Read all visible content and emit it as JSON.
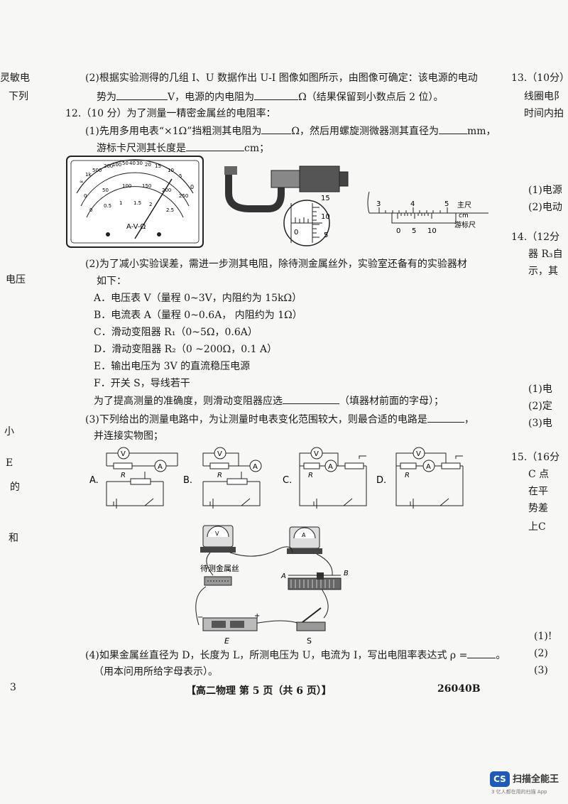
{
  "left_edge": [
    "灵敏电",
    "下列",
    "电压",
    "小",
    "E",
    "的",
    "和",
    "3"
  ],
  "right_col": {
    "q13": [
      "13.（10分）",
      "线圈电阝",
      "时间内拍",
      "(1)电源",
      "(2)电动"
    ],
    "q14": [
      "14.（12分",
      "器 R₃自",
      "示，其"
    ],
    "q14_sub": [
      "(1)电",
      "(2)定",
      "(3)电"
    ],
    "q15": [
      "15.（16分",
      "C 点",
      "在平",
      "势差",
      "上C"
    ],
    "q15_sub": [
      "(1)!",
      "(2)",
      "(3)"
    ]
  },
  "q11_2": {
    "line1": "(2)根据实验测得的几组 I、U 数据作出 U-I 图像如图所示，由图像可确定：该电源的电动",
    "line2_a": "势为",
    "line2_b": "V，电源的内电阻为",
    "line2_c": "Ω（结果保留到小数点后 2 位）。"
  },
  "q12": {
    "header": "12.（10 分）为了测量一精密金属丝的电阻率：",
    "p1_a": "(1)先用多用电表“×1Ω”挡粗测其电阻为",
    "p1_b": "Ω，然后用螺旋测微器测其直径为",
    "p1_c": "mm，",
    "p1_d": "游标卡尺测其长度是",
    "p1_e": "cm；",
    "p2_line1": "(2)为了减小实验误差，需进一步测其电阻，除待测金属丝外，实验室还备有的实验器材",
    "p2_line2": "如下：",
    "options": [
      "A．电压表 V（量程 0~3V，内阻约为 15kΩ）",
      "B．电流表 A（量程 0~0.6A，  内阻约为 1Ω）",
      "C．滑动变阻器 R₁（0~5Ω，0.6A）",
      "D．滑动变阻器 R₂（0 ~200Ω，0.1 A）",
      "E．输出电压为 3V 的直流稳压电源",
      "F．开关 S，导线若干"
    ],
    "p2_ask_a": "为了提高测量的准确度，则滑动变阻器应选",
    "p2_ask_b": "（填器材前面的字母）；",
    "p3_a": "(3)下列给出的测量电路中，为让测量时电表变化范围较大，则最合适的电路是",
    "p3_b": "，",
    "p3_c": "并连接实物图；",
    "p4_a": "(4)如果金属丝直径为 D，长度为 L，所测电压为 U，电流为 I，写出电阻率表达式 ρ =",
    "p4_b": "。",
    "p4_c": "（用本问用所给字母表示）。"
  },
  "figs": {
    "meter_label": "A-V-Ω",
    "meter_scale_top": [
      "∞",
      "1k",
      "500",
      "200",
      "100",
      "50",
      "40",
      "30",
      "20",
      "15",
      "10",
      "5",
      "0"
    ],
    "meter_scale_mid": [
      "0",
      "50",
      "100",
      "150",
      "200",
      "250"
    ],
    "meter_scale_low": [
      "0",
      "0.5",
      "1",
      "1.5",
      "2",
      "2.5"
    ],
    "micrometer_ticks": [
      "15",
      "10",
      "5",
      "0"
    ],
    "caliper_main": [
      "3",
      "4",
      "5"
    ],
    "caliper_vernier": [
      "0",
      "5",
      "10"
    ],
    "caliper_label_main": "主尺",
    "caliper_unit": "cm",
    "caliper_label_vernier": "游标尺",
    "circuits": [
      {
        "letter": "A."
      },
      {
        "letter": "B."
      },
      {
        "letter": "C."
      },
      {
        "letter": "D."
      }
    ],
    "circuit_V": "V",
    "circuit_A": "A",
    "circuit_R": "R",
    "phys_wire_label": "待测金属丝",
    "phys_A": "A",
    "phys_B": "B",
    "phys_E": "E",
    "phys_S": "S",
    "phys_minus": "−",
    "phys_plus": "+",
    "meter_v": "V",
    "meter_a": "A"
  },
  "footer": {
    "text": "【高二物理   第 5 页（共 6 页）】",
    "code": "26040B"
  },
  "watermark": {
    "logo": "CS",
    "title": "扫描全能王",
    "sub": "3 亿人都在用的扫描 App"
  }
}
